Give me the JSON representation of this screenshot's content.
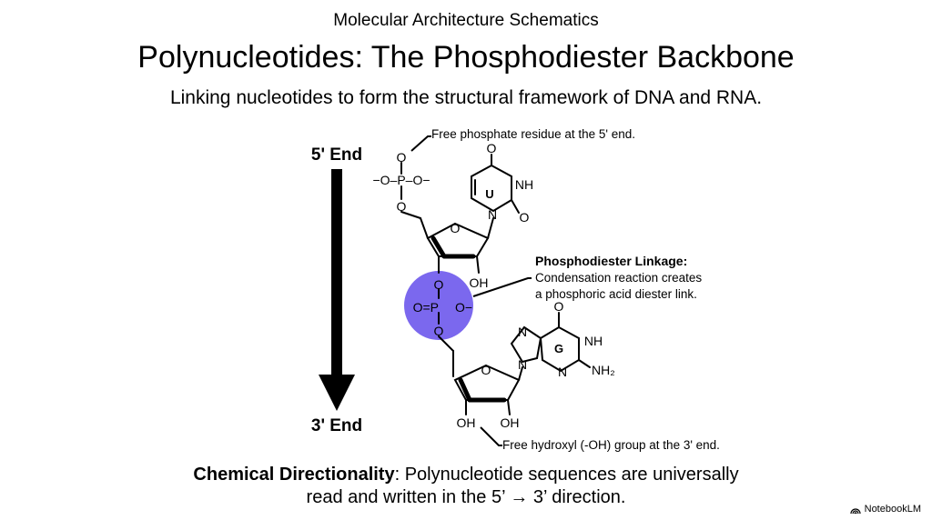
{
  "header": {
    "supertitle": "Molecular Architecture Schematics",
    "title": "Polynucleotides: The Phosphodiester Backbone",
    "subtitle": "Linking nucleotides to form the structural framework of DNA and RNA."
  },
  "direction": {
    "start_label": "5' End",
    "end_label": "3' End"
  },
  "annotations": {
    "free_phosphate": "Free phosphate residue at the 5' end.",
    "linkage_title": "Phosphodiester Linkage:",
    "linkage_line1": "Condensation reaction creates",
    "linkage_line2": "a phosphoric acid diester link.",
    "free_hydroxyl": "Free hydroxyl (-OH) group at the 3' end."
  },
  "molecule": {
    "phosphate_top_left": "−O–P–O−",
    "oxygen": "O",
    "base_u": "U",
    "base_g": "G",
    "nh": "NH",
    "n": "N",
    "oh": "OH",
    "nh2": "NH₂",
    "linkage_o_minus": "O−",
    "linkage_double_o": "O=P",
    "highlight_color": "#7b68ee"
  },
  "footer": {
    "bold": "Chemical Directionality",
    "text1": ": Polynucleotide sequences are universally",
    "text2": "read and written in the 5’ → 3’ direction."
  },
  "brand": {
    "label": "NotebookLM"
  }
}
